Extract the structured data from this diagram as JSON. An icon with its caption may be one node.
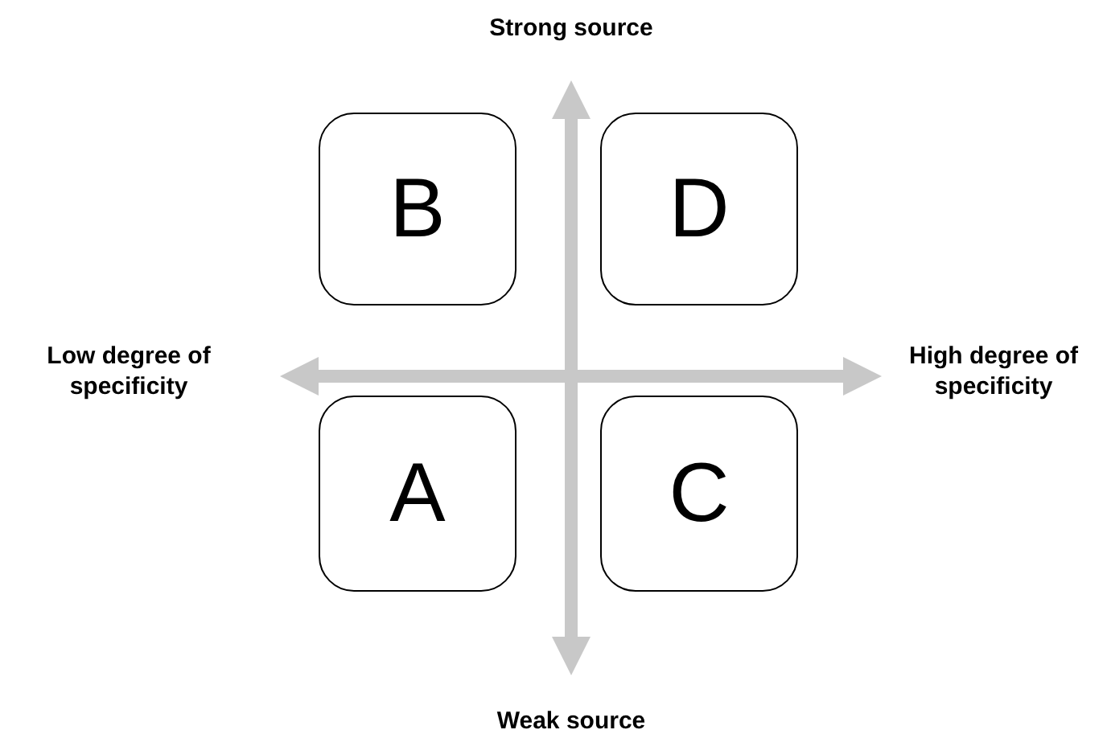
{
  "diagram": {
    "nodes": [
      {
        "text": [
          "B"
        ]
      },
      {
        "text": [
          "D"
        ]
      },
      {
        "text": [
          "A"
        ]
      },
      {
        "text": [
          "C"
        ]
      }
    ],
    "labels": [
      "Strong source",
      "Low degree of specificity",
      "High degree of specificity",
      "Weak source"
    ]
  }
}
